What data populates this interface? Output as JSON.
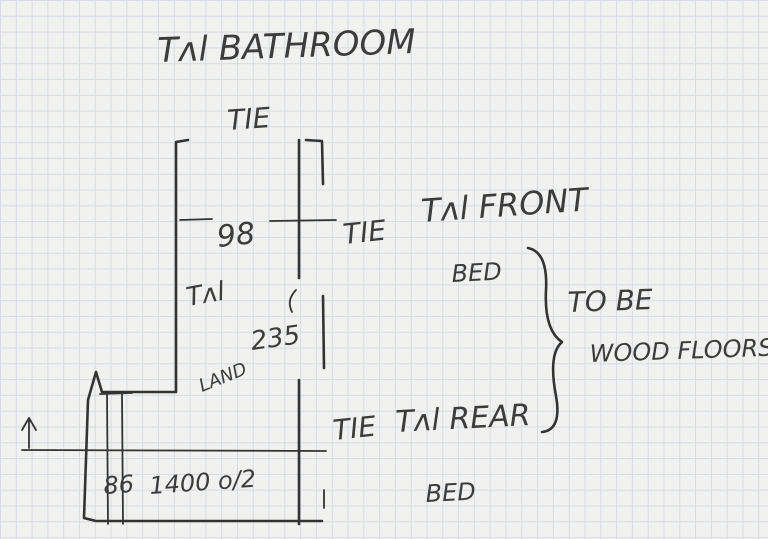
{
  "title": "Tʌl BATHROOM",
  "labels": {
    "tile_top": "TIE",
    "tile_mid": "TIE",
    "tile_low": "TIE",
    "dim_98": "98",
    "dim_235": "235",
    "dim_86": "86",
    "dim_1400": "1400 o/2",
    "tal": "Tʌl",
    "land": "LAND",
    "tal_front": "Tʌl FRONT",
    "tal_rear": "Tʌl REAR",
    "bed_1": "BED",
    "bed_2": "BED",
    "to_be": "TO BE",
    "wood_floors": "WOOD FLOORS"
  },
  "colors": {
    "ink": "#333333",
    "paper": "#f1f1ef",
    "grid": "#d7dbe6"
  }
}
